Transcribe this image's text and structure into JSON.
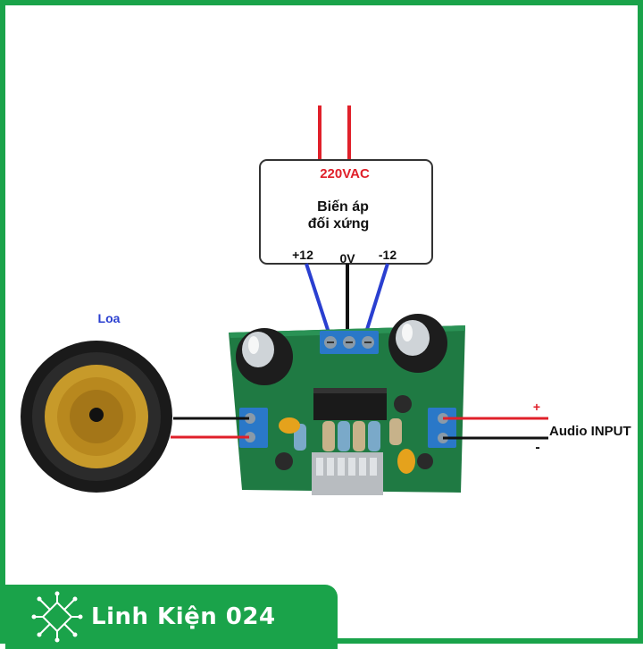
{
  "transformer": {
    "voltage": "220VAC",
    "name_line1": "Biến áp",
    "name_line2": "đối xứng",
    "tap_plus": "+12",
    "tap_zero": "0V",
    "tap_minus": "-12"
  },
  "speaker": {
    "label": "Loa"
  },
  "input": {
    "label": "Audio INPUT",
    "plus": "+",
    "minus": "-"
  },
  "brand": {
    "name": "Linh Kiện 024"
  },
  "colors": {
    "accent": "#1aa34a",
    "wire_red": "#e0202a",
    "wire_blue": "#2a3fd0",
    "wire_black": "#111111",
    "pcb": "#1f7a43"
  }
}
